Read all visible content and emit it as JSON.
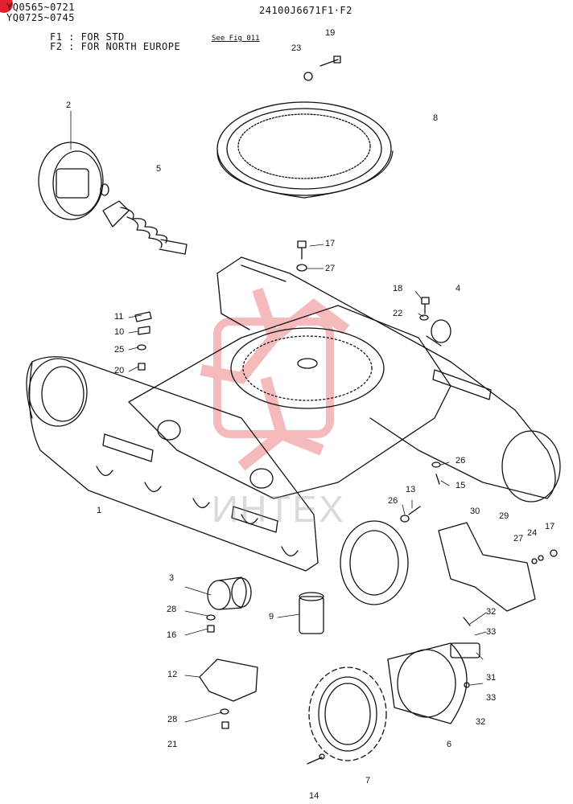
{
  "header": {
    "serial_range_1": "YQ0565~0721",
    "serial_range_2": "YQ0725~0745",
    "drawing_code": "24100J6671F1·F2"
  },
  "footnotes": {
    "f1": "F1 : FOR STD",
    "f2": "F2 : FOR NORTH EUROPE",
    "see_fig": "See Fig 011"
  },
  "watermark": "ИНТЕХ",
  "callouts": [
    {
      "id": "c19",
      "label": "19"
    },
    {
      "id": "c23",
      "label": "23"
    },
    {
      "id": "c8",
      "label": "8"
    },
    {
      "id": "c2",
      "label": "2"
    },
    {
      "id": "c5",
      "label": "5"
    },
    {
      "id": "c17a",
      "label": "17"
    },
    {
      "id": "c27a",
      "label": "27"
    },
    {
      "id": "c18",
      "label": "18"
    },
    {
      "id": "c4",
      "label": "4"
    },
    {
      "id": "c22",
      "label": "22"
    },
    {
      "id": "c11",
      "label": "11"
    },
    {
      "id": "c10",
      "label": "10"
    },
    {
      "id": "c25",
      "label": "25"
    },
    {
      "id": "c20",
      "label": "20"
    },
    {
      "id": "c26a",
      "label": "26"
    },
    {
      "id": "c15",
      "label": "15"
    },
    {
      "id": "c13",
      "label": "13"
    },
    {
      "id": "c26b",
      "label": "26"
    },
    {
      "id": "c1",
      "label": "1"
    },
    {
      "id": "c30",
      "label": "30"
    },
    {
      "id": "c29",
      "label": "29"
    },
    {
      "id": "c27b",
      "label": "27"
    },
    {
      "id": "c24",
      "label": "24"
    },
    {
      "id": "c17b",
      "label": "17"
    },
    {
      "id": "c3",
      "label": "3"
    },
    {
      "id": "c28a",
      "label": "28"
    },
    {
      "id": "c16",
      "label": "16"
    },
    {
      "id": "c9",
      "label": "9"
    },
    {
      "id": "c32a",
      "label": "32"
    },
    {
      "id": "c33a",
      "label": "33"
    },
    {
      "id": "c31",
      "label": "31"
    },
    {
      "id": "c33b",
      "label": "33"
    },
    {
      "id": "c12",
      "label": "12"
    },
    {
      "id": "c28b",
      "label": "28"
    },
    {
      "id": "c21",
      "label": "21"
    },
    {
      "id": "c6",
      "label": "6"
    },
    {
      "id": "c32b",
      "label": "32"
    },
    {
      "id": "c7",
      "label": "7"
    },
    {
      "id": "c14",
      "label": "14"
    }
  ]
}
